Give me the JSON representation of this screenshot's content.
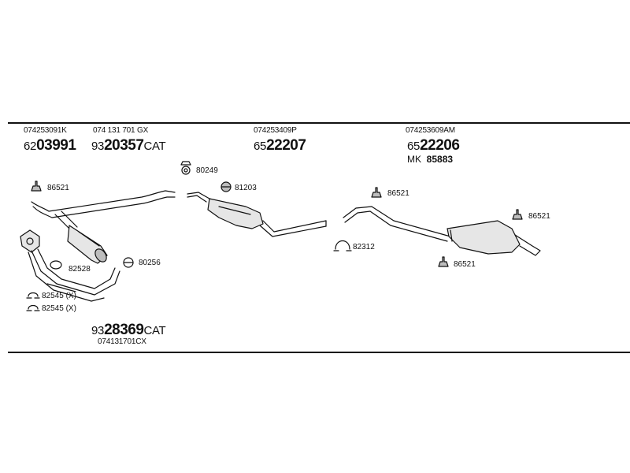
{
  "labels": {
    "codes_top": [
      "074253091K",
      "074 131 701 GX",
      "074253409P",
      "074253609AM"
    ],
    "part_numbers": [
      {
        "prefix": "62",
        "bold": "03991",
        "suffix": ""
      },
      {
        "prefix": "93",
        "bold": "20357",
        "suffix": "CAT"
      },
      {
        "prefix": "65",
        "bold": "22207",
        "suffix": ""
      },
      {
        "prefix": "65",
        "bold": "22206",
        "suffix": ""
      }
    ],
    "mk": {
      "prefix": "MK",
      "number": "85883"
    },
    "bottom_part": {
      "prefix": "93",
      "bold": "28369",
      "suffix": "CAT"
    },
    "bottom_code": "074131701CX",
    "refs": {
      "r86521_a": "86521",
      "r80249": "80249",
      "r81203": "81203",
      "r86521_b": "86521",
      "r86521_c": "86521",
      "r82312": "82312",
      "r80256": "80256",
      "r82528": "82528",
      "r86521_d": "86521",
      "r82545_a": "82545 (X)",
      "r82545_b": "82545 (X)"
    }
  },
  "colors": {
    "line": "#111111",
    "fill_light": "#e6e6e6",
    "fill_mid": "#bdbdbd"
  }
}
